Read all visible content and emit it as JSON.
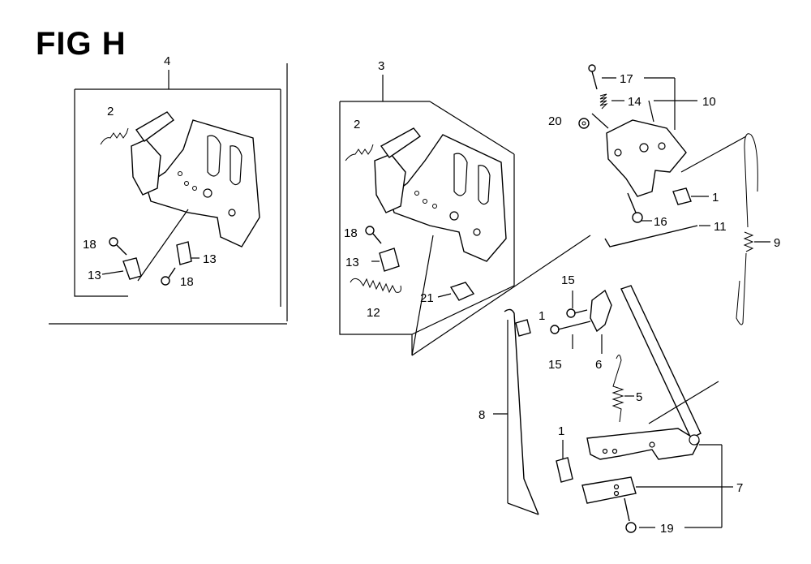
{
  "figure": {
    "title": "FIG H"
  },
  "callouts": [
    {
      "id": "c4",
      "text": "4"
    },
    {
      "id": "c2a",
      "text": "2"
    },
    {
      "id": "c18a",
      "text": "18"
    },
    {
      "id": "c13a",
      "text": "13"
    },
    {
      "id": "c13b",
      "text": "13"
    },
    {
      "id": "c18b",
      "text": "18"
    },
    {
      "id": "c3",
      "text": "3"
    },
    {
      "id": "c2b",
      "text": "2"
    },
    {
      "id": "c18c",
      "text": "18"
    },
    {
      "id": "c13c",
      "text": "13"
    },
    {
      "id": "c12",
      "text": "12"
    },
    {
      "id": "c21",
      "text": "21"
    },
    {
      "id": "c17",
      "text": "17"
    },
    {
      "id": "c14",
      "text": "14"
    },
    {
      "id": "c10",
      "text": "10"
    },
    {
      "id": "c20",
      "text": "20"
    },
    {
      "id": "c1a",
      "text": "1"
    },
    {
      "id": "c16",
      "text": "16"
    },
    {
      "id": "c11",
      "text": "11"
    },
    {
      "id": "c9",
      "text": "9"
    },
    {
      "id": "c15a",
      "text": "15"
    },
    {
      "id": "c1b",
      "text": "1"
    },
    {
      "id": "c15b",
      "text": "15"
    },
    {
      "id": "c6",
      "text": "6"
    },
    {
      "id": "c5",
      "text": "5"
    },
    {
      "id": "c8",
      "text": "8"
    },
    {
      "id": "c1c",
      "text": "1"
    },
    {
      "id": "c7",
      "text": "7"
    },
    {
      "id": "c19",
      "text": "19"
    }
  ]
}
